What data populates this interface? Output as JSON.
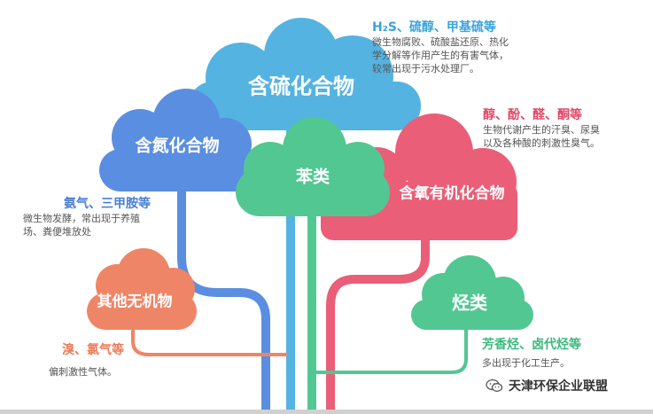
{
  "colors": {
    "sulfur": "#54b3e0",
    "nitrogen": "#5a8ee0",
    "benzene": "#52c792",
    "oxygen": "#ea5e77",
    "other_inorganic": "#ef8567",
    "hydrocarbon": "#52c792"
  },
  "clouds": {
    "sulfur": "含硫化合物",
    "nitrogen": "含氮化合物",
    "benzene": "苯类",
    "oxygen": "含氧有机化合物",
    "other_inorganic": "其他无机物",
    "hydrocarbon": "烃类"
  },
  "annotations": {
    "sulfur": {
      "head": "H₂S、硫醇、甲基硫等",
      "desc": [
        "微生物腐败、硫酸盐还原、热化",
        "学分解等作用产生的有害气体，",
        "较常出现于污水处理厂。"
      ]
    },
    "oxygen": {
      "head": "醇、酚、醛、酮等",
      "desc": [
        "生物代谢产生的汗臭、尿臭",
        "以及各种酸的刺激性臭气。"
      ]
    },
    "nitrogen": {
      "head": "氨气、三甲胺等",
      "desc": [
        "微生物发酵，常出现于养殖",
        "场、粪便堆放处"
      ]
    },
    "other_inorganic": {
      "head": "溴、氯气等",
      "desc": [
        "偏刺激性气体。"
      ]
    },
    "hydrocarbon": {
      "head": "芳香烃、卤代烃等",
      "desc": [
        "多出现于化工生产。"
      ]
    }
  },
  "watermark": "天津环保企业联盟"
}
